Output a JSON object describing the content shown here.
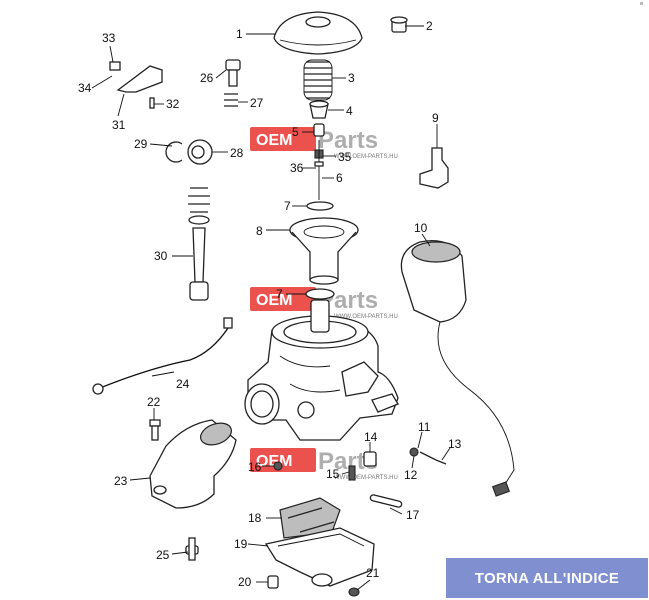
{
  "diagram": {
    "callouts": [
      "1",
      "2",
      "3",
      "4",
      "5",
      "6",
      "7",
      "7",
      "8",
      "9",
      "10",
      "11",
      "12",
      "13",
      "14",
      "15",
      "16",
      "17",
      "18",
      "19",
      "20",
      "21",
      "22",
      "23",
      "24",
      "25",
      "26",
      "27",
      "28",
      "29",
      "30",
      "31",
      "32",
      "33",
      "34",
      "35",
      "36"
    ]
  },
  "watermark": {
    "oem": "OEM",
    "parts": "Parts",
    "url": "WWW.OEM-PARTS.HU"
  },
  "nav": {
    "index_label": "TORNA ALL'INDICE"
  }
}
